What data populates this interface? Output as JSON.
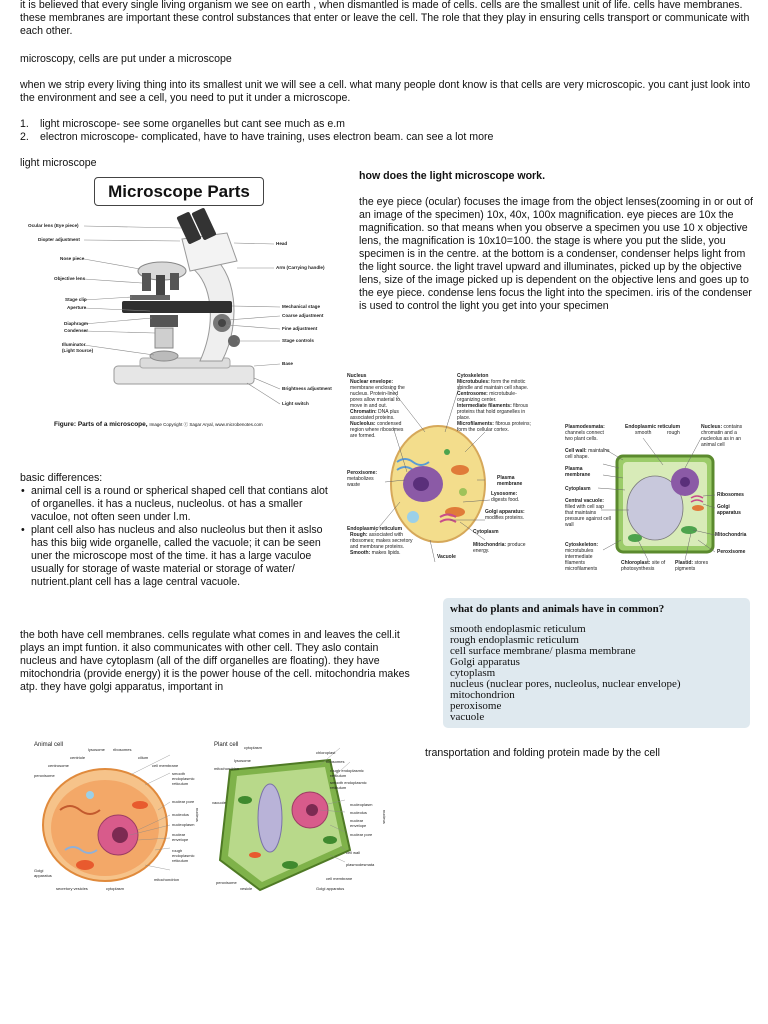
{
  "intro": "it is believed that every single living organism we see on earth , when dismantled is made of cells. cells are the smallest unit of life. cells have membranes. these membranes are important these control substances that enter or leave the cell. The role that they play in ensuring cells transport or communicate with each other.",
  "microscopy_line": "microscopy, cells are put under a microscope",
  "strip_para": "when we strip every living thing into its smallest unit we will see a cell. what many people dont know is that cells are very microscopic. you cant just look into the environment and see a cell, you need to put it under a microscope.",
  "types": [
    {
      "num": "1.",
      "text": "light microscope- see some organelles but cant see much as e.m"
    },
    {
      "num": "2.",
      "text": "electron microscope- complicated, have to have training, uses electron beam. can see a lot more"
    }
  ],
  "light_heading": "light microscope",
  "microscope_figure": {
    "title": "Microscope Parts",
    "left_labels": [
      "Ocular lens (Eye piece)",
      "Diopter adjustment",
      "Nose piece",
      "Objective lens",
      "Stage clip",
      "Aperture",
      "Diaphragm",
      "Condenser",
      "Illuminator",
      "(Light Source)"
    ],
    "right_labels": [
      "Head",
      "Arm (Carrying handle)",
      "Mechanical stage",
      "Coarse adjustment",
      "Fine adjustment",
      "Stage controls",
      "Base",
      "Brightness adjustment",
      "Light switch"
    ],
    "caption": "Figure: Parts of a microscope,",
    "credit": "Image Copyright ⓒ Sagar Aryal, www.microbenotes.com"
  },
  "how_heading": "how does the light microscope work.",
  "how_para": "the eye piece (ocular) focuses the image from the object lenses(zooming in or out of an image of the specimen) 10x, 40x, 100x magnification. eye pieces are 10x the magnification. so that means when you observe a specimen you use 10 x objective lens, the magnification is 10x10=100. the stage is where you put the slide, you specimen is in the centre. at the bottom is a condenser, condenser helps light from the light source. the light travel upward and illuminates, picked up by the objective lens, size of the image picked up is dependent on the objective lens and goes up to the eye piece. condense lens focus the light into the specimen. iris of the condenser is used to control the light you get into your specimen",
  "animal_figure": {
    "labels": [
      {
        "b": "Nucleus",
        "t": ""
      },
      {
        "b": "Nuclear envelope:",
        "t": " membrane enclosing the nucleus. Protein-lined pores allow material to move in and out."
      },
      {
        "b": "Chromatin:",
        "t": " DNA plus associated proteins."
      },
      {
        "b": "Nucleolus:",
        "t": " condensed region where ribosomes are formed."
      },
      {
        "b": "Peroxisome:",
        "t": " metabolizes waste"
      },
      {
        "b": "Endoplasmic reticulum",
        "t": ""
      },
      {
        "b": "Rough:",
        "t": " associated with ribosomes; makes secretory and membrane proteins."
      },
      {
        "b": "Smooth:",
        "t": " makes lipids."
      },
      {
        "b": "Cytoskeleton",
        "t": ""
      },
      {
        "b": "Microtubules:",
        "t": " form the mitotic spindle and maintain cell shape."
      },
      {
        "b": "Centrosome:",
        "t": " microtubule-organizing center."
      },
      {
        "b": "Intermediate filaments:",
        "t": " fibrous proteins that hold organelles in place."
      },
      {
        "b": "Microfilaments:",
        "t": " fibrous proteins; form the cellular cortex."
      },
      {
        "b": "Plasma membrane",
        "t": ""
      },
      {
        "b": "Lysosome:",
        "t": " digests food."
      },
      {
        "b": "Golgi apparatus:",
        "t": " modifies proteins."
      },
      {
        "b": "Cytoplasm",
        "t": ""
      },
      {
        "b": "Mitochondria:",
        "t": " produce energy."
      },
      {
        "b": "Vacuole",
        "t": ""
      }
    ]
  },
  "plant_figure": {
    "labels": [
      {
        "b": "Plasmodesmata:",
        "t": " channels connect two plant cells."
      },
      {
        "b": "Endoplasmic reticulum",
        "t": ""
      },
      {
        "b": "",
        "t": "smooth"
      },
      {
        "b": "",
        "t": "rough"
      },
      {
        "b": "Nucleus:",
        "t": " contains chromatin and a nucleolus as in an animal cell"
      },
      {
        "b": "Cell wall:",
        "t": " maintains cell shape."
      },
      {
        "b": "Plasma membrane",
        "t": ""
      },
      {
        "b": "Cytoplasm",
        "t": ""
      },
      {
        "b": "Central vacuole:",
        "t": " filled with cell sap that maintains pressure against cell wall"
      },
      {
        "b": "Ribosomes",
        "t": ""
      },
      {
        "b": "Golgi apparatus",
        "t": ""
      },
      {
        "b": "Mitochondria",
        "t": ""
      },
      {
        "b": "Peroxisome",
        "t": ""
      },
      {
        "b": "Cytoskeleton:",
        "t": " microtubules intermediate filaments microfilaments"
      },
      {
        "b": "Chloroplast:",
        "t": " site of photosynthesis"
      },
      {
        "b": "Plastid:",
        "t": " stores pigments"
      }
    ]
  },
  "diff_heading": "basic differences:",
  "diff_bullets": [
    "animal cell is a round or spherical shaped cell that contians alot of organelles. it has a nucleus, nucleolus. ot has a smaller vaculoe, not often seen under l.m.",
    "plant cell also has nucleus and also nucleolus but then it aslso has this biig wide organelle, called the vacuole; it can be seen uner the microscope most of the time. it has a large vaculoe usually for storage of waste material or storage of water/ nutrient.plant cell has a lage central vacuole."
  ],
  "common_panel": {
    "title": "what do plants and animals have in common?",
    "items": [
      "smooth endoplasmic reticulum",
      "rough endoplasmic reticulum",
      "cell surface membrane/ plasma membrane",
      "Golgi apparatus",
      "cytoplasm",
      "nucleus (nuclear pores, nucleolus, nuclear envelope)",
      "mitochondrion",
      "peroxisome",
      "vacuole"
    ]
  },
  "both_para": "the both have cell membranes. cells regulate what comes in and leaves the cell.it plays an impt funtion. it also communicates with other cell. They aslo contain nucleus and have cytoplasm (all of the diff organelles are floating). they have mitochondria (provide energy) it is the power house of the cell. mitochondria makes atp. they have golgi apparatus, important in",
  "cells3d": {
    "animal_title": "Animal cell",
    "plant_title": "Plant cell",
    "animal_labels": [
      "lysosome",
      "ribosomes",
      "cilium",
      "centriole",
      "centrosome",
      "cell membrane",
      "peroxisome",
      "smooth endoplasmic reticulum",
      "nuclear pore",
      "nucleolus",
      "nucleoplasm",
      "nuclear envelope",
      "nucleus",
      "rough endoplasmic reticulum",
      "mitochondrion",
      "Golgi apparatus",
      "secretory vesicles",
      "cytoplasm"
    ],
    "plant_labels": [
      "cytoplasm",
      "chloroplast",
      "lysosome",
      "ribosomes",
      "mitochondrion",
      "rough endoplasmic reticulum",
      "smooth endoplasmic reticulum",
      "vacuole",
      "nucleoplasm",
      "nucleolus",
      "nuclear envelope",
      "nuclear pore",
      "nucleus",
      "cell wall",
      "plasmodesmata",
      "peroxisome",
      "cell membrane",
      "Golgi apparatus",
      "vesicle"
    ]
  },
  "transport_line": "transportation and folding protein made by the cell",
  "colors": {
    "panel_bg": "#dfe9ef",
    "cell_green": "#7fb24a",
    "nucleus_purple": "#8b5aa6",
    "cytoplasm_yellow": "#f3dd8c"
  }
}
